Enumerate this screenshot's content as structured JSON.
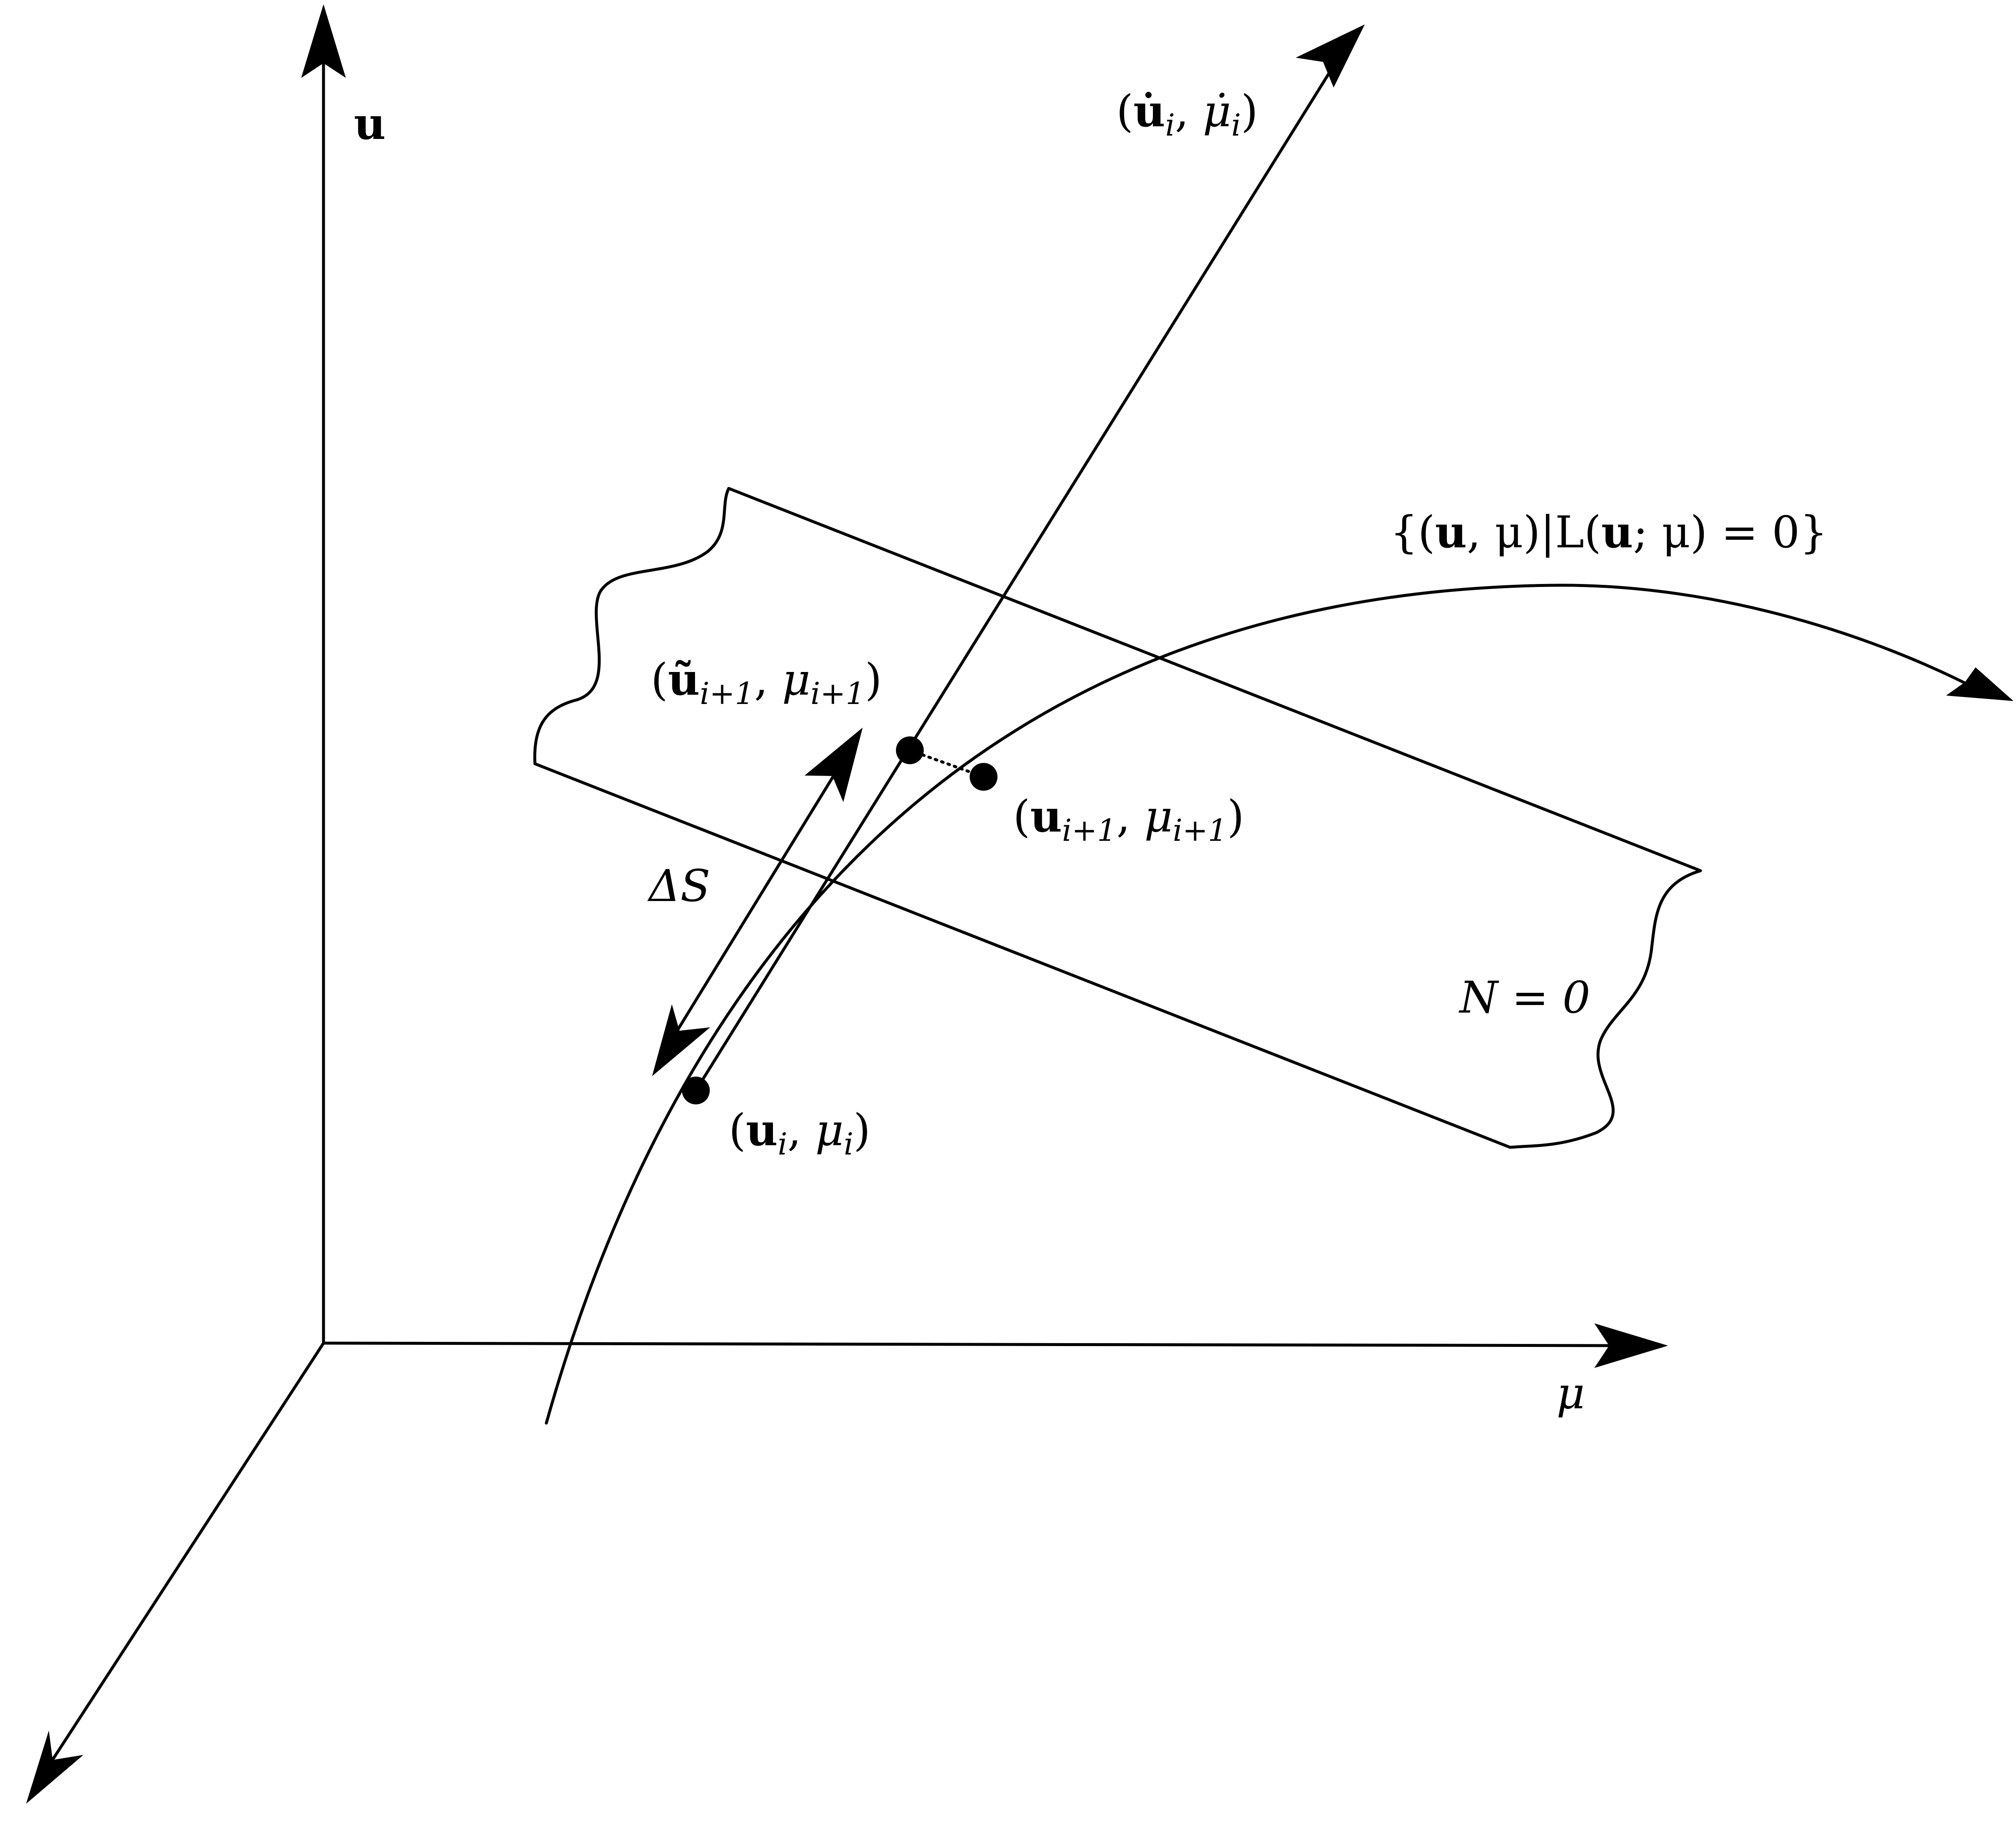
{
  "labels": {
    "u_axis": "u",
    "mu_axis": "μ",
    "tangent": {
      "open": "(",
      "vec": "u̇",
      "sub": "i",
      "sep": ", ",
      "scalar": "μ̇",
      "sub2": "i",
      "close": ")"
    },
    "solution_set": {
      "pre": "{(",
      "vec": "u",
      "mid": ", μ)|L(",
      "vec2": "u",
      "post": "; μ) = 0}"
    },
    "predictor": {
      "open": "(",
      "vec": "ũ",
      "sub": "i+1",
      "sep": ", ",
      "scalar": "μ",
      "sub2": "i+1",
      "close": ")"
    },
    "next_point": {
      "open": "(",
      "vec": "u",
      "sub": "i+1",
      "sep": ", ",
      "scalar": "μ",
      "sub2": "i+1",
      "close": ")"
    },
    "current_point": {
      "open": "(",
      "vec": "u",
      "sub": "i",
      "sep": ", ",
      "scalar": "μ",
      "sub2": "i",
      "close": ")"
    },
    "step": "ΔS",
    "plane": "N = 0"
  }
}
